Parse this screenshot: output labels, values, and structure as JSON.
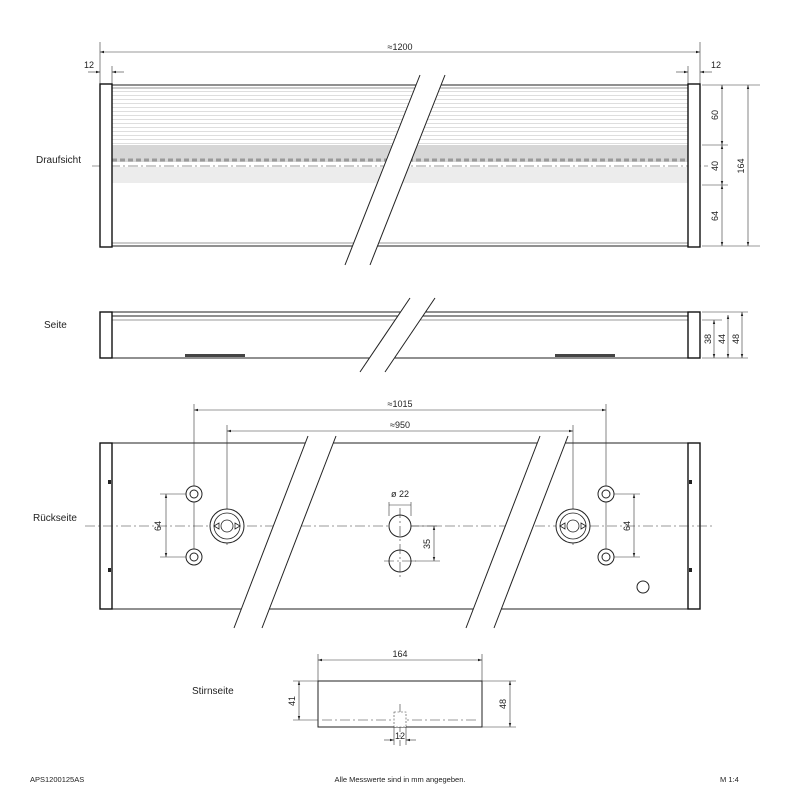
{
  "views": {
    "top": "Draufsicht",
    "side": "Seite",
    "back": "Rückseite",
    "end": "Stirnseite"
  },
  "dimensions": {
    "overall_length": "≈1200",
    "cap_left": "12",
    "cap_right": "12",
    "top_upper": "60",
    "top_middle": "40",
    "top_lower": "64",
    "top_total": "164",
    "side_inner": "38",
    "side_mid": "44",
    "side_total": "48",
    "outer_spacing": "≈1015",
    "inner_spacing": "≈950",
    "hole_diameter": "ø 22",
    "hole_spacing": "35",
    "screw_spacing_left": "64",
    "screw_spacing_right": "64",
    "end_width": "164",
    "end_height_left": "41",
    "end_height_right": "48",
    "end_slot": "12"
  },
  "footer": {
    "article_no": "APS1200125AS",
    "note": "Alle Messwerte sind in mm angegeben.",
    "scale": "M 1:4"
  }
}
